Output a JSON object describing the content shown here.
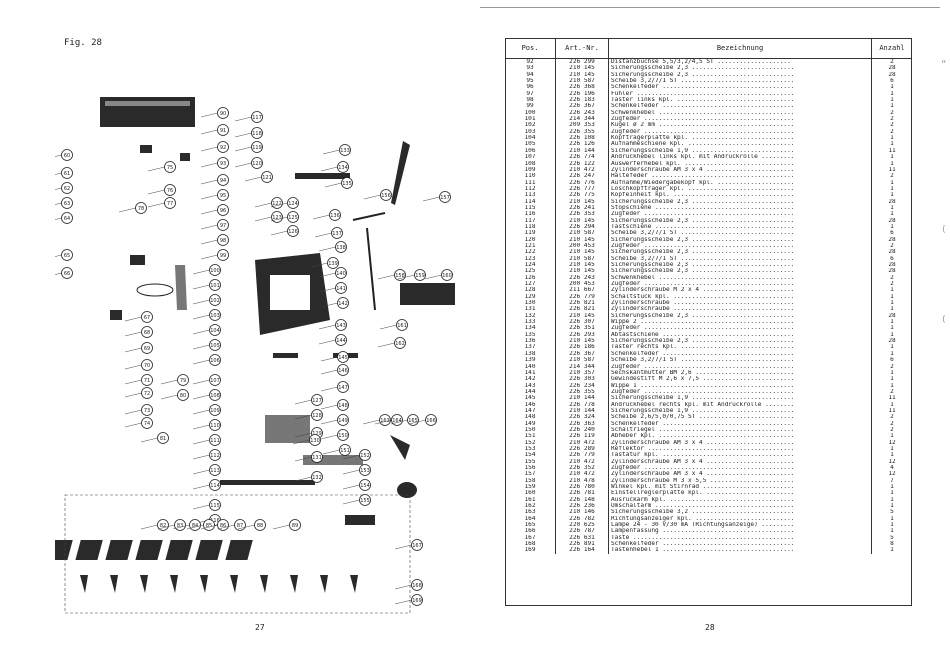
{
  "left_page": {
    "figure_label": "Fig. 28",
    "page_number": "27",
    "callouts": [
      "90",
      "91",
      "92",
      "93",
      "94",
      "95",
      "96",
      "97",
      "98",
      "99",
      "100",
      "101",
      "102",
      "103",
      "104",
      "105",
      "106",
      "107",
      "108",
      "109",
      "110",
      "111",
      "112",
      "113",
      "114",
      "115",
      "116",
      "117",
      "118",
      "119",
      "120",
      "121",
      "122",
      "123",
      "124",
      "125",
      "126",
      "127",
      "128",
      "129",
      "130",
      "131",
      "132",
      "133",
      "134",
      "135",
      "136",
      "137",
      "138",
      "139",
      "140",
      "141",
      "142",
      "143",
      "144",
      "145",
      "146",
      "147",
      "148",
      "149",
      "150",
      "151",
      "152",
      "153",
      "154",
      "155",
      "156",
      "157",
      "158",
      "159",
      "160",
      "161",
      "162",
      "163",
      "164",
      "165",
      "166",
      "167",
      "168",
      "169",
      "60",
      "61",
      "62",
      "63",
      "64",
      "65",
      "66",
      "67",
      "68",
      "69",
      "70",
      "71",
      "72",
      "73",
      "74",
      "75",
      "76",
      "77",
      "78",
      "79",
      "80",
      "81",
      "82",
      "83",
      "84",
      "85",
      "86",
      "87",
      "88",
      "89"
    ]
  },
  "right_page": {
    "page_number": "28",
    "headers": {
      "pos": "Pos.",
      "art": "Art.-Nr.",
      "desc": "Bezeichnung",
      "qty": "Anzahl"
    },
    "rows": [
      [
        "92",
        "226 299",
        "Distanzbuchse 5,5/3,2/4,5 ST ....................",
        "2"
      ],
      [
        "93",
        "210 145",
        "Sicherungsscheibe 2,3 ............................",
        "28"
      ],
      [
        "94",
        "210 145",
        "Sicherungsscheibe 2,3 ............................",
        "28"
      ],
      [
        "95",
        "210 587",
        "Scheibe 3,2/7/1 ST ...............................",
        "6"
      ],
      [
        "96",
        "226 368",
        "Schenkelfeder ....................................",
        "1"
      ],
      [
        "97",
        "226 196",
        "Fühler ...........................................",
        "1"
      ],
      [
        "98",
        "226 183",
        "Taster links kpl. ................................",
        "1"
      ],
      [
        "99",
        "226 367",
        "Schenkelfeder ....................................",
        "1"
      ],
      [
        "100",
        "226 243",
        "Schwenkhebel .....................................",
        "2"
      ],
      [
        "101",
        "214 344",
        "Zugfeder .........................................",
        "2"
      ],
      [
        "102",
        "209 353",
        "Kugel ø 2 mm .....................................",
        "2"
      ],
      [
        "103",
        "226 355",
        "Zugfeder .........................................",
        "2"
      ],
      [
        "104",
        "226 108",
        "Kopfträgerplatte kpl. ............................",
        "1"
      ],
      [
        "105",
        "226 126",
        "Aufnahmeschiene kpl. .............................",
        "1"
      ],
      [
        "106",
        "210 144",
        "Sicherungsscheibe 1,9 ............................",
        "11"
      ],
      [
        "107",
        "226 774",
        "Andruckhebel links kpl. mit Andruckrolle .........",
        "1"
      ],
      [
        "108",
        "226 122",
        "Auswerferhebel kpl. ..............................",
        "1"
      ],
      [
        "109",
        "210 472",
        "Zylinderschraube AM 3 x 4 ........................",
        "11"
      ],
      [
        "110",
        "226 247",
        "Haltefeder .......................................",
        "2"
      ],
      [
        "111",
        "226 776",
        "Aufnahme/Wiedergabekopf kpl. .....................",
        "1"
      ],
      [
        "112",
        "226 777",
        "Löschkopfträger kpl. .............................",
        "1"
      ],
      [
        "113",
        "226 775",
        "Kopfeinheit kpl. .................................",
        "1"
      ],
      [
        "114",
        "210 145",
        "Sicherungsscheibe 2,3 ............................",
        "28"
      ],
      [
        "115",
        "226 241",
        "Stopschiene ......................................",
        "1"
      ],
      [
        "116",
        "226 353",
        "Zugfeder .........................................",
        "1"
      ],
      [
        "117",
        "210 145",
        "Sicherungsscheibe 2,3 ............................",
        "28"
      ],
      [
        "118",
        "226 294",
        "Tastschiene ......................................",
        "1"
      ],
      [
        "119",
        "210 587",
        "Scheibe 3,2/7/1 ST ...............................",
        "6"
      ],
      [
        "120",
        "210 145",
        "Sicherungsscheibe 2,3 ............................",
        "28"
      ],
      [
        "121",
        "200 453",
        "Zugfeder .........................................",
        "2"
      ],
      [
        "122",
        "210 145",
        "Sicherungsscheibe 2,3 ............................",
        "28"
      ],
      [
        "123",
        "210 587",
        "Scheibe 3,2/7/1 ST ...............................",
        "6"
      ],
      [
        "124",
        "210 145",
        "Sicherungsscheibe 2,3 ............................",
        "28"
      ],
      [
        "125",
        "210 145",
        "Sicherungsscheibe 2,3 ............................",
        "28"
      ],
      [
        "126",
        "226 243",
        "Schwenkhebel .....................................",
        "2"
      ],
      [
        "127",
        "200 453",
        "Zugfeder .........................................",
        "2"
      ],
      [
        "128",
        "211 667",
        "Zylinderschraube M 2 x 4 .........................",
        "1"
      ],
      [
        "129",
        "226 779",
        "Schaltstück kpl. .................................",
        "1"
      ],
      [
        "130",
        "226 821",
        "Zylinderschraube .................................",
        "1"
      ],
      [
        "131",
        "226 821",
        "Zylinderschraube .................................",
        "1"
      ],
      [
        "132",
        "210 145",
        "Sicherungsscheibe 2,3 ............................",
        "28"
      ],
      [
        "133",
        "226 307",
        "Wippe 2 ..........................................",
        "1"
      ],
      [
        "134",
        "226 351",
        "Zugfeder .........................................",
        "1"
      ],
      [
        "135",
        "226 293",
        "Abtastschiene ....................................",
        "1"
      ],
      [
        "136",
        "210 145",
        "Sicherungsscheibe 2,3 ............................",
        "28"
      ],
      [
        "137",
        "226 186",
        "Taster rechts kpl. ...............................",
        "1"
      ],
      [
        "138",
        "226 367",
        "Schenkelfeder ....................................",
        "1"
      ],
      [
        "139",
        "210 587",
        "Scheibe 3,2/7/1 ST ...............................",
        "6"
      ],
      [
        "140",
        "214 344",
        "Zugfeder .........................................",
        "2"
      ],
      [
        "141",
        "210 357",
        "Sechskantmutter BM 2,6 ...........................",
        "1"
      ],
      [
        "142",
        "226 303",
        "Gewindestift M 2,6 x 7,5 .........................",
        "1"
      ],
      [
        "143",
        "226 234",
        "Wippe 1 ..........................................",
        "1"
      ],
      [
        "144",
        "226 355",
        "Zugfeder .........................................",
        "2"
      ],
      [
        "145",
        "210 144",
        "Sicherungsscheibe 1,9 ............................",
        "11"
      ],
      [
        "146",
        "226 778",
        "Andruckhebel rechts kpl. mit Andruckrolle ........",
        "1"
      ],
      [
        "147",
        "210 144",
        "Sicherungsscheibe 1,9 ............................",
        "11"
      ],
      [
        "148",
        "226 324",
        "Scheibe 2,6/5,0/0,75 ST ..........................",
        "2"
      ],
      [
        "149",
        "226 363",
        "Schenkelfeder ....................................",
        "2"
      ],
      [
        "150",
        "226 240",
        "Schaltriegel .....................................",
        "2"
      ],
      [
        "151",
        "226 119",
        "Abheber kpl. .....................................",
        "1"
      ],
      [
        "152",
        "210 472",
        "Zylinderschraube AM 3 x 4 ........................",
        "12"
      ],
      [
        "153",
        "226 289",
        "Reflektor ........................................",
        "1"
      ],
      [
        "154",
        "226 779",
        "Tastatur kpl. ....................................",
        "1"
      ],
      [
        "155",
        "210 472",
        "Zylinderschraube AM 3 x 4 ........................",
        "12"
      ],
      [
        "156",
        "226 352",
        "Zugfeder .........................................",
        "4"
      ],
      [
        "157",
        "210 472",
        "Zylinderschraube AM 3 x 4 ........................",
        "12"
      ],
      [
        "158",
        "210 478",
        "Zylinderschraube M 3 x 5,5 .......................",
        "7"
      ],
      [
        "159",
        "226 780",
        "Winkel kpl. mit Stirnrad .........................",
        "1"
      ],
      [
        "160",
        "226 781",
        "Einstellreglerplatte kpl. ........................",
        "1"
      ],
      [
        "161",
        "226 148",
        "Ausrückarm kpl. ..................................",
        "1"
      ],
      [
        "162",
        "226 236",
        "Umschaltarm ......................................",
        "1"
      ],
      [
        "163",
        "210 146",
        "Sicherungsscheibe 3,2 ............................",
        "5"
      ],
      [
        "164",
        "226 782",
        "Richtungsanzeiger kpl. ...........................",
        "1"
      ],
      [
        "165",
        "220 625",
        "Lampe 24 - 30 V/30 mA (Richtungsanzeige) .........",
        "1"
      ],
      [
        "166",
        "226 787",
        "Lampenfassung ....................................",
        "1"
      ],
      [
        "167",
        "226 631",
        "Taste ............................................",
        "5"
      ],
      [
        "168",
        "226 891",
        "Schenkelfeder ....................................",
        "8"
      ],
      [
        "169",
        "226 164",
        "Tastenhebel 1 ....................................",
        "1"
      ]
    ]
  }
}
